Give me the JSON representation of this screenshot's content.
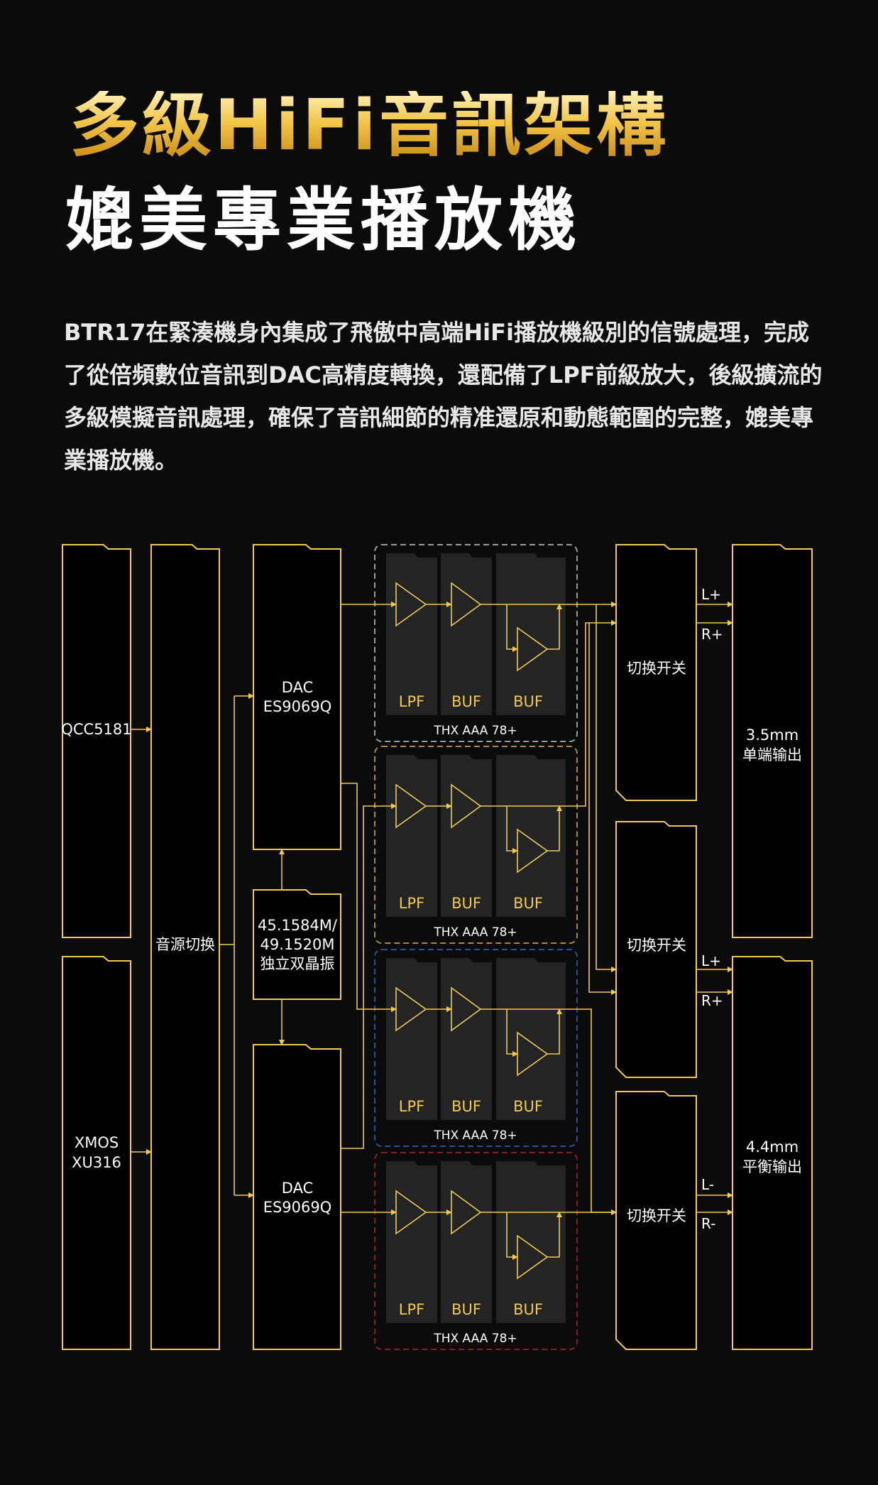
{
  "header": {
    "title_line1": "多級HiFi音訊架構",
    "title_line2": "媲美專業播放機"
  },
  "description": "BTR17在緊湊機身內集成了飛傲中高端HiFi播放機級別的信號處理，完成了從倍頻數位音訊到DAC高精度轉換，還配備了LPF前級放大，後級擴流的多級模擬音訊處理，確保了音訊細節的精准還原和動態範圍的完整，媲美專業播放機。",
  "diagram": {
    "sources": [
      {
        "label": "QCC5181"
      },
      {
        "line1": "XMOS",
        "line2": "XU316"
      }
    ],
    "source_switch": "音源切换",
    "dac1": {
      "line1": "DAC",
      "line2": "ES9069Q"
    },
    "dac2": {
      "line1": "DAC",
      "line2": "ES9069Q"
    },
    "crystal": {
      "line1": "45.1584M/",
      "line2": "49.1520M",
      "line3": "独立双晶振"
    },
    "amp_stage_labels": [
      "LPF",
      "BUF",
      "BUF"
    ],
    "amp_groups": [
      {
        "label": "THX AAA 78+",
        "color": "#9a9a9a"
      },
      {
        "label": "THX AAA 78+",
        "color": "#a88a3a"
      },
      {
        "label": "THX AAA 78+",
        "color": "#2c4f9c"
      },
      {
        "label": "THX AAA 78+",
        "color": "#8a1f1f"
      }
    ],
    "switch_label": "切换开关",
    "signals": {
      "l_plus": "L+",
      "r_plus": "R+",
      "l_minus": "L-",
      "r_minus": "R-"
    },
    "out_35": {
      "line1": "3.5mm",
      "line2": "单端输出"
    },
    "out_44": {
      "line1": "4.4mm",
      "line2": "平衡输出"
    },
    "colors": {
      "line": "#f2c94c",
      "text": "#ffffff",
      "stage": "#242424"
    }
  }
}
